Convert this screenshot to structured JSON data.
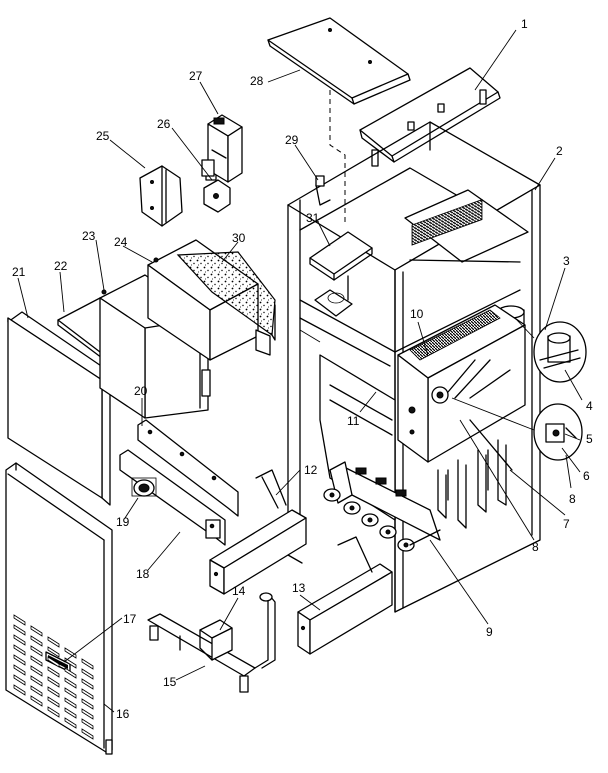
{
  "callouts": [
    {
      "id": "c1",
      "label": "1"
    },
    {
      "id": "c2",
      "label": "2"
    },
    {
      "id": "c3",
      "label": "3"
    },
    {
      "id": "c4",
      "label": "4"
    },
    {
      "id": "c5",
      "label": "5"
    },
    {
      "id": "c6",
      "label": "6"
    },
    {
      "id": "c7",
      "label": "7"
    },
    {
      "id": "c8a",
      "label": "8"
    },
    {
      "id": "c8b",
      "label": "8"
    },
    {
      "id": "c9",
      "label": "9"
    },
    {
      "id": "c10",
      "label": "10"
    },
    {
      "id": "c11",
      "label": "11"
    },
    {
      "id": "c12",
      "label": "12"
    },
    {
      "id": "c13",
      "label": "13"
    },
    {
      "id": "c14",
      "label": "14"
    },
    {
      "id": "c15",
      "label": "15"
    },
    {
      "id": "c16",
      "label": "16"
    },
    {
      "id": "c17",
      "label": "17"
    },
    {
      "id": "c18",
      "label": "18"
    },
    {
      "id": "c19",
      "label": "19"
    },
    {
      "id": "c20",
      "label": "20"
    },
    {
      "id": "c21",
      "label": "21"
    },
    {
      "id": "c22",
      "label": "22"
    },
    {
      "id": "c23",
      "label": "23"
    },
    {
      "id": "c24",
      "label": "24"
    },
    {
      "id": "c25",
      "label": "25"
    },
    {
      "id": "c26",
      "label": "26"
    },
    {
      "id": "c27",
      "label": "27"
    },
    {
      "id": "c28",
      "label": "28"
    },
    {
      "id": "c29",
      "label": "29"
    },
    {
      "id": "c30",
      "label": "30"
    },
    {
      "id": "c31",
      "label": "31"
    }
  ]
}
